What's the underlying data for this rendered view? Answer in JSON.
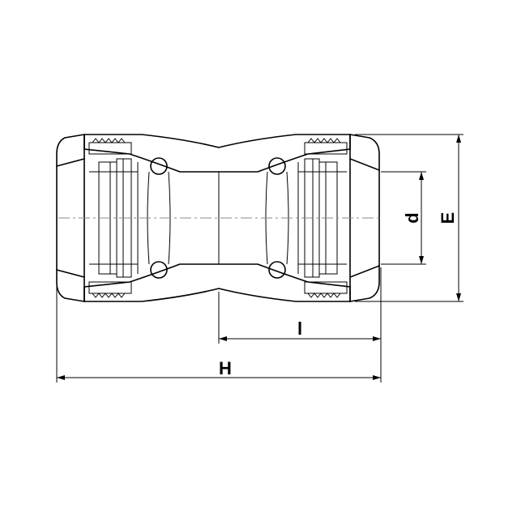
{
  "dimensions": {
    "H": "H",
    "l": "l",
    "d": "d",
    "E": "E"
  }
}
